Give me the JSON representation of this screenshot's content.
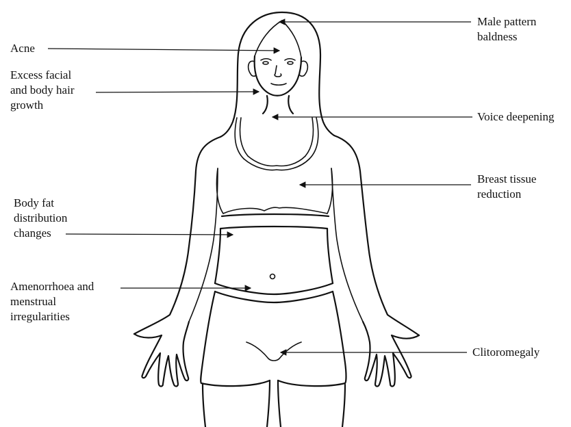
{
  "labels": {
    "acne": [
      "Acne"
    ],
    "hair": [
      "Excess facial",
      "and body hair",
      "growth"
    ],
    "fat": [
      "Body fat",
      "distribution",
      "changes"
    ],
    "amen": [
      "Amenorrhoea and",
      "menstrual",
      "irregularities"
    ],
    "bald": [
      "Male pattern",
      "baldness"
    ],
    "voice": [
      "Voice deepening"
    ],
    "breast": [
      "Breast tissue",
      "reduction"
    ],
    "clito": [
      "Clitoromegaly"
    ]
  },
  "colors": {
    "ink": "#111111",
    "background": "#ffffff"
  }
}
